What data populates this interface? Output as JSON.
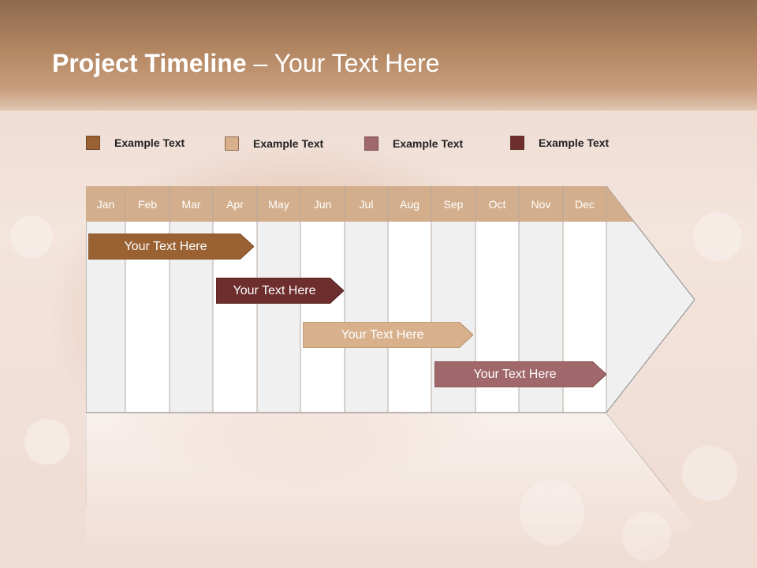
{
  "title": {
    "bold": "Project Timeline",
    "rest": " – Your Text Here"
  },
  "legend": [
    {
      "label": "Example Text",
      "color": "#9a6233"
    },
    {
      "label": "Example Text",
      "color": "#d8b08c"
    },
    {
      "label": "Example Text",
      "color": "#a0686a"
    },
    {
      "label": "Example Text",
      "color": "#6e2e2e"
    }
  ],
  "timeline": {
    "months": [
      "Jan",
      "Feb",
      "Mar",
      "Apr",
      "May",
      "Jun",
      "Jul",
      "Aug",
      "Sep",
      "Oct",
      "Nov",
      "Dec"
    ],
    "header_color": "#d3ae8c",
    "bars": [
      {
        "label": "Your  Text Here",
        "color": "#9a6233"
      },
      {
        "label": "Your  Text Here",
        "color": "#6e2e2e"
      },
      {
        "label": "Your  Text Here",
        "color": "#d8b08c"
      },
      {
        "label": "Your  Text Here",
        "color": "#a0686a"
      }
    ]
  }
}
